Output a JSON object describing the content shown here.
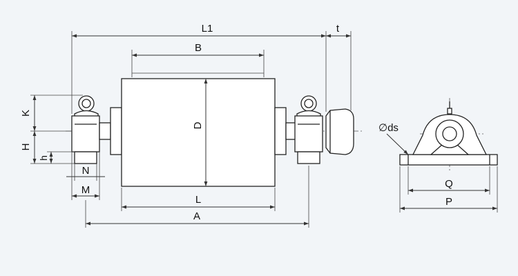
{
  "labels": {
    "L1": "L1",
    "t": "t",
    "B": "B",
    "D": "D",
    "K": "K",
    "H": "H",
    "h": "h",
    "N": "N",
    "M": "M",
    "L": "L",
    "A": "A",
    "ds": "∅ds",
    "Q": "Q",
    "P": "P"
  },
  "colors": {
    "background": "#f2f5f8",
    "roller_fill": "#ffffff",
    "line": "#222222"
  }
}
